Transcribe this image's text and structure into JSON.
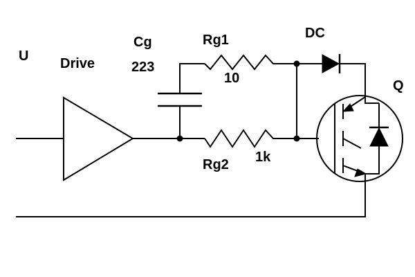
{
  "labels": {
    "input": "U",
    "driver": "Drive",
    "capacitor_name": "Cg",
    "capacitor_value": "223",
    "resistor1_name": "Rg1",
    "resistor1_value": "10",
    "resistor2_name": "Rg2",
    "resistor2_value": "1k",
    "diode_name": "DC",
    "transistor_name": "Q"
  },
  "colors": {
    "ink": "#000000",
    "background": "#ffffff"
  }
}
